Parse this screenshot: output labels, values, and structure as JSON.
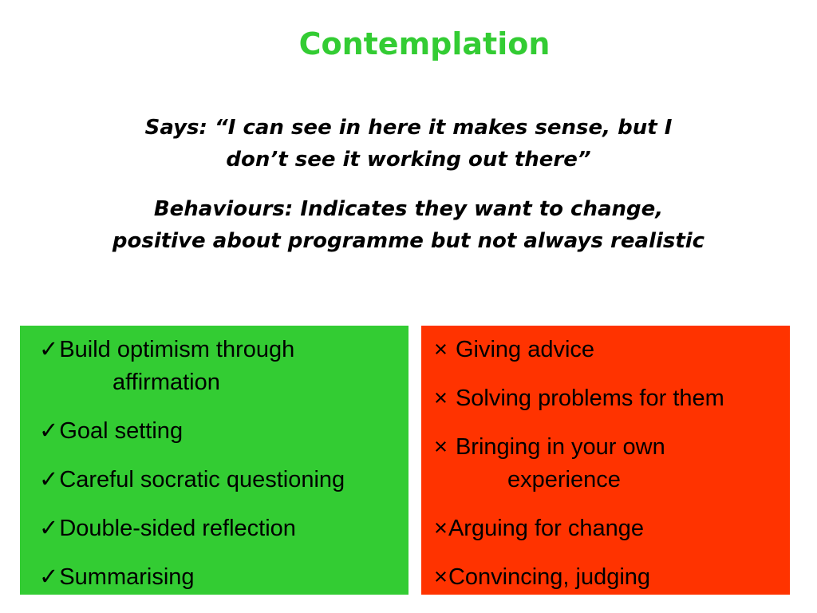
{
  "title": {
    "text": "Contemplation",
    "color": "#33cc33"
  },
  "says": {
    "line1": "Says: “I can see in here it makes sense, but I",
    "line2": "don’t see it working out there”"
  },
  "behaviours": {
    "line1": "Behaviours: Indicates they want to change,",
    "line2": "positive about programme but not always realistic"
  },
  "do_box": {
    "background": "#33cc33",
    "icon": "check-icon",
    "mark": "✓",
    "items": [
      {
        "line1": "Build optimism through",
        "line2": "affirmation"
      },
      {
        "line1": "Goal setting"
      },
      {
        "line1": "Careful socratic questioning"
      },
      {
        "line1": "Double-sided reflection"
      },
      {
        "line1": "Summarising"
      }
    ]
  },
  "dont_box": {
    "background": "#ff3300",
    "icon": "cross-icon",
    "mark": "×",
    "items": [
      {
        "line1": "Giving advice"
      },
      {
        "line1": "Solving problems for them"
      },
      {
        "line1": "Bringing in your own",
        "line2": "experience"
      },
      {
        "line1": "Arguing for change"
      },
      {
        "line1": "Convincing, judging"
      }
    ]
  }
}
